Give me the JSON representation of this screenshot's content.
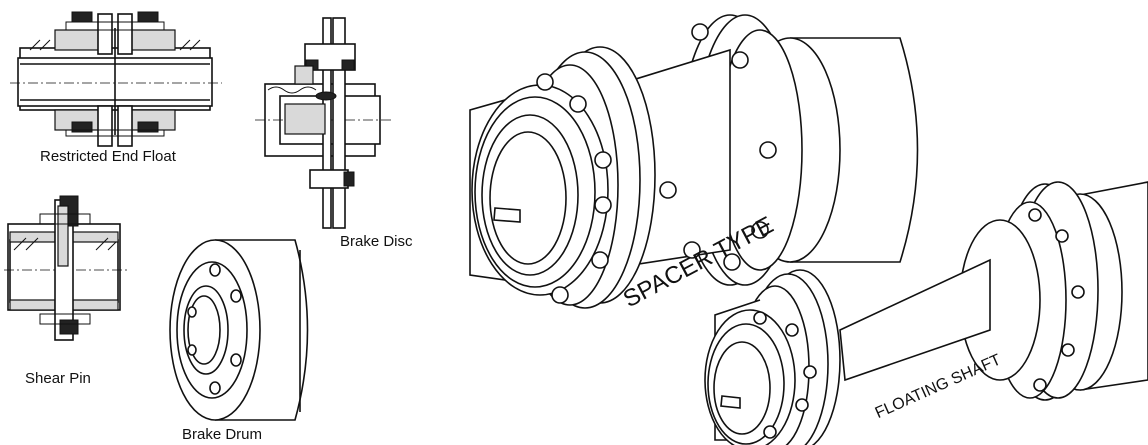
{
  "labels": {
    "restricted_end_float": "Restricted End Float",
    "brake_disc": "Brake Disc",
    "shear_pin": "Shear Pin",
    "brake_drum": "Brake Drum",
    "spacer_type": "SPACER TYPE",
    "floating_shaft": "FLOATING SHAFT"
  }
}
